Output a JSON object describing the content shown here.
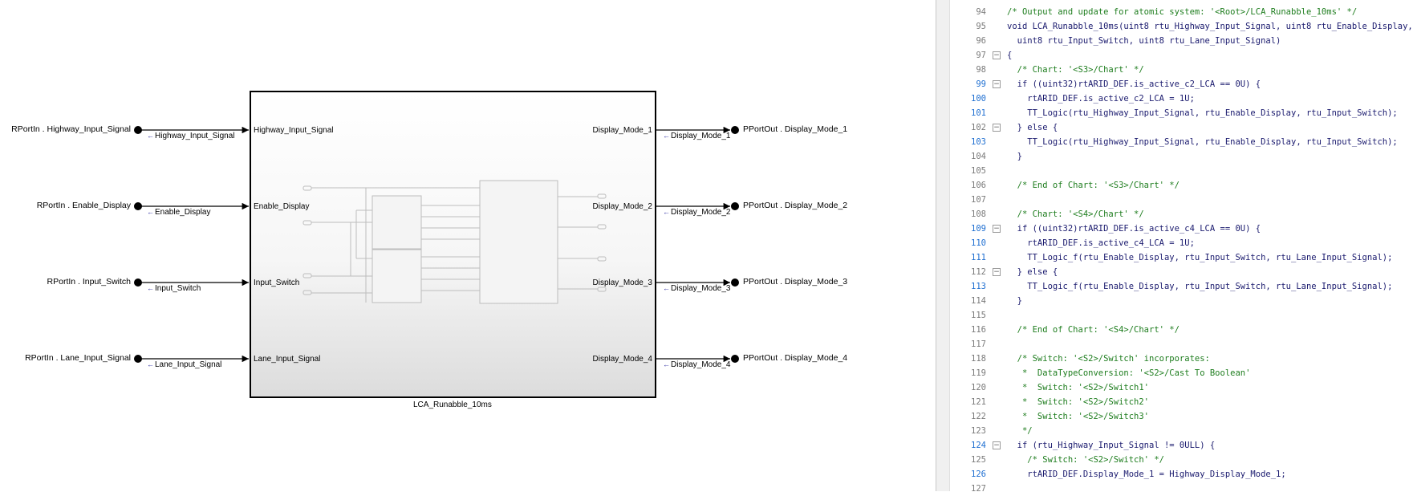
{
  "model": {
    "block_name": "LCA_Runabble_10ms",
    "inputs": [
      {
        "port_label": "RPortIn . Highway_Input_Signal",
        "signal_tag": "Highway_Input_Signal",
        "inner_label": "Highway_Input_Signal"
      },
      {
        "port_label": "RPortIn . Enable_Display",
        "signal_tag": "Enable_Display",
        "inner_label": "Enable_Display"
      },
      {
        "port_label": "RPortIn . Input_Switch",
        "signal_tag": "Input_Switch",
        "inner_label": "Input_Switch"
      },
      {
        "port_label": "RPortIn . Lane_Input_Signal",
        "signal_tag": "Lane_Input_Signal",
        "inner_label": "Lane_Input_Signal"
      }
    ],
    "outputs": [
      {
        "inner_label": "Display_Mode_1",
        "signal_tag": "Display_Mode_1",
        "port_label": "PPortOut . Display_Mode_1"
      },
      {
        "inner_label": "Display_Mode_2",
        "signal_tag": "Display_Mode_2",
        "port_label": "PPortOut . Display_Mode_2"
      },
      {
        "inner_label": "Display_Mode_3",
        "signal_tag": "Display_Mode_3",
        "port_label": "PPortOut . Display_Mode_3"
      },
      {
        "inner_label": "Display_Mode_4",
        "signal_tag": "Display_Mode_4",
        "port_label": "PPortOut . Display_Mode_4"
      }
    ]
  },
  "code": {
    "lines": [
      {
        "n": "94",
        "text": "/* Output and update for atomic system: '<Root>/LCA_Runabble_10ms' */",
        "type": "comment",
        "fold": "",
        "link": false
      },
      {
        "n": "95",
        "text": "void LCA_Runabble_10ms(uint8 rtu_Highway_Input_Signal, uint8 rtu_Enable_Display,",
        "type": "code",
        "fold": "",
        "link": false
      },
      {
        "n": "96",
        "text": "  uint8 rtu_Input_Switch, uint8 rtu_Lane_Input_Signal)",
        "type": "code",
        "fold": "",
        "link": false
      },
      {
        "n": "97",
        "text": "{",
        "type": "code",
        "fold": "−",
        "link": false
      },
      {
        "n": "98",
        "text": "  /* Chart: '<S3>/Chart' */",
        "type": "comment",
        "fold": "",
        "link": false
      },
      {
        "n": "99",
        "text": "  if ((uint32)rtARID_DEF.is_active_c2_LCA == 0U) {",
        "type": "code",
        "fold": "−",
        "link": true
      },
      {
        "n": "100",
        "text": "    rtARID_DEF.is_active_c2_LCA = 1U;",
        "type": "code",
        "fold": "",
        "link": true
      },
      {
        "n": "101",
        "text": "    TT_Logic(rtu_Highway_Input_Signal, rtu_Enable_Display, rtu_Input_Switch);",
        "type": "code",
        "fold": "",
        "link": true
      },
      {
        "n": "102",
        "text": "  } else {",
        "type": "code",
        "fold": "−",
        "link": false
      },
      {
        "n": "103",
        "text": "    TT_Logic(rtu_Highway_Input_Signal, rtu_Enable_Display, rtu_Input_Switch);",
        "type": "code",
        "fold": "",
        "link": true
      },
      {
        "n": "104",
        "text": "  }",
        "type": "code",
        "fold": "",
        "link": false
      },
      {
        "n": "105",
        "text": "",
        "type": "code",
        "fold": "",
        "link": false
      },
      {
        "n": "106",
        "text": "  /* End of Chart: '<S3>/Chart' */",
        "type": "comment",
        "fold": "",
        "link": false
      },
      {
        "n": "107",
        "text": "",
        "type": "code",
        "fold": "",
        "link": false
      },
      {
        "n": "108",
        "text": "  /* Chart: '<S4>/Chart' */",
        "type": "comment",
        "fold": "",
        "link": false
      },
      {
        "n": "109",
        "text": "  if ((uint32)rtARID_DEF.is_active_c4_LCA == 0U) {",
        "type": "code",
        "fold": "−",
        "link": true
      },
      {
        "n": "110",
        "text": "    rtARID_DEF.is_active_c4_LCA = 1U;",
        "type": "code",
        "fold": "",
        "link": true
      },
      {
        "n": "111",
        "text": "    TT_Logic_f(rtu_Enable_Display, rtu_Input_Switch, rtu_Lane_Input_Signal);",
        "type": "code",
        "fold": "",
        "link": true
      },
      {
        "n": "112",
        "text": "  } else {",
        "type": "code",
        "fold": "−",
        "link": false
      },
      {
        "n": "113",
        "text": "    TT_Logic_f(rtu_Enable_Display, rtu_Input_Switch, rtu_Lane_Input_Signal);",
        "type": "code",
        "fold": "",
        "link": true
      },
      {
        "n": "114",
        "text": "  }",
        "type": "code",
        "fold": "",
        "link": false
      },
      {
        "n": "115",
        "text": "",
        "type": "code",
        "fold": "",
        "link": false
      },
      {
        "n": "116",
        "text": "  /* End of Chart: '<S4>/Chart' */",
        "type": "comment",
        "fold": "",
        "link": false
      },
      {
        "n": "117",
        "text": "",
        "type": "code",
        "fold": "",
        "link": false
      },
      {
        "n": "118",
        "text": "  /* Switch: '<S2>/Switch' incorporates:",
        "type": "comment",
        "fold": "",
        "link": false
      },
      {
        "n": "119",
        "text": "   *  DataTypeConversion: '<S2>/Cast To Boolean'",
        "type": "comment",
        "fold": "",
        "link": false
      },
      {
        "n": "120",
        "text": "   *  Switch: '<S2>/Switch1'",
        "type": "comment",
        "fold": "",
        "link": false
      },
      {
        "n": "121",
        "text": "   *  Switch: '<S2>/Switch2'",
        "type": "comment",
        "fold": "",
        "link": false
      },
      {
        "n": "122",
        "text": "   *  Switch: '<S2>/Switch3'",
        "type": "comment",
        "fold": "",
        "link": false
      },
      {
        "n": "123",
        "text": "   */",
        "type": "comment",
        "fold": "",
        "link": false
      },
      {
        "n": "124",
        "text": "  if (rtu_Highway_Input_Signal != 0ULL) {",
        "type": "code",
        "fold": "−",
        "link": true
      },
      {
        "n": "125",
        "text": "    /* Switch: '<S2>/Switch' */",
        "type": "comment",
        "fold": "",
        "link": false
      },
      {
        "n": "126",
        "text": "    rtARID_DEF.Display_Mode_1 = Highway_Display_Mode_1;",
        "type": "code",
        "fold": "",
        "link": true
      },
      {
        "n": "127",
        "text": "",
        "type": "code",
        "fold": "",
        "link": false
      }
    ]
  },
  "colors": {
    "comment": "#1e7d1e",
    "code": "#1a1a6e",
    "link_line_number": "#1f6fd1"
  }
}
